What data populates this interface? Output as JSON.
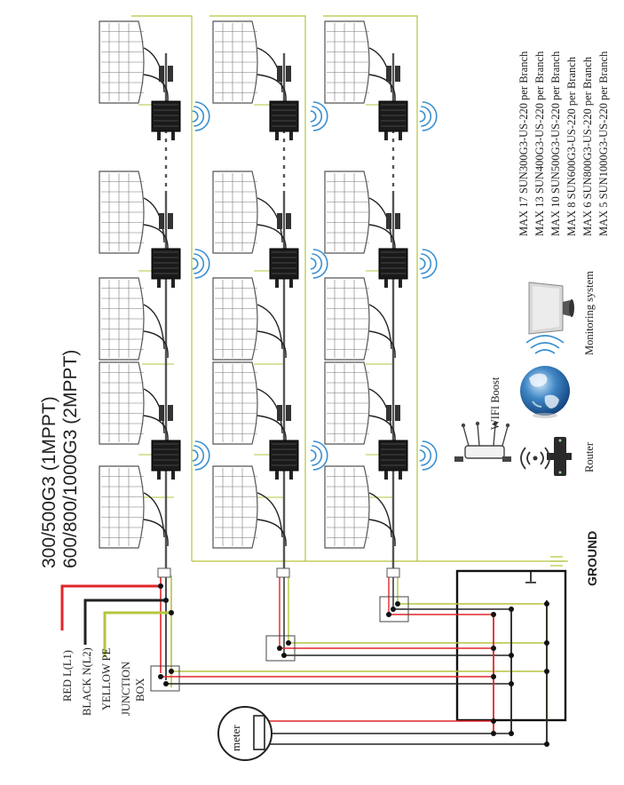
{
  "title": {
    "line1": "300/500G3 (1MPPT)",
    "line2": "600/800/1000G3 (2MPPT)"
  },
  "limits": [
    "MAX 17 SUN300G3-US-220 per Branch",
    "MAX 13 SUN400G3-US-220 per Branch",
    "MAX 10 SUN500G3-US-220 per Branch",
    "MAX 8 SUN600G3-US-220 per Branch",
    "MAX 6 SUN800G3-US-220 per Branch",
    "MAX 5 SUN1000G3-US-220 per Branch"
  ],
  "legend": {
    "red": "RED L(L1)",
    "black": "BLACK N(L2)",
    "yellow": "YELLOW  PE",
    "junction1": "JUNCTION",
    "junction2": "BOX"
  },
  "labels": {
    "ground": "GROUND",
    "meter": "meter",
    "router": "Router",
    "wifi_boost": "WIFI Boost",
    "monitoring": "Monitoring system"
  },
  "colors": {
    "red_wire": "#e0262a",
    "black_wire": "#222222",
    "yellow_wire": "#b6c43e",
    "wifi_blue": "#3a8fd0"
  }
}
